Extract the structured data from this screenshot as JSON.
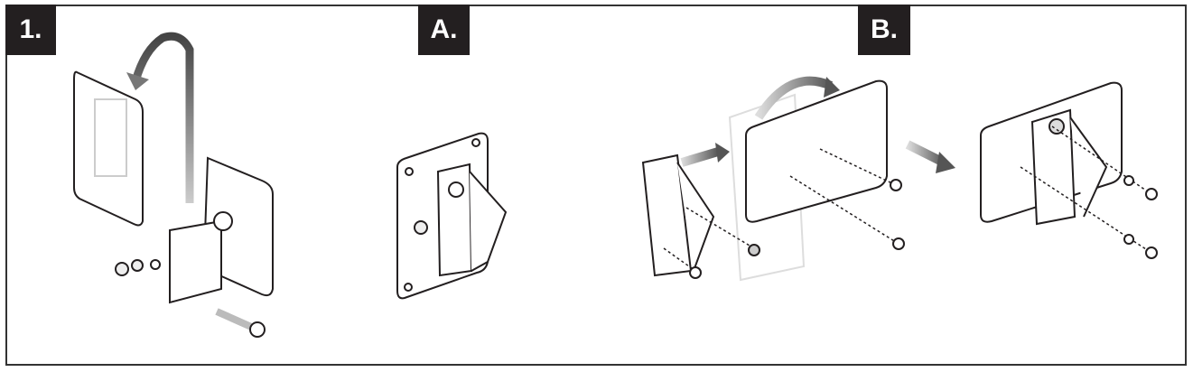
{
  "steps": [
    {
      "label": "1."
    },
    {
      "label": "A."
    },
    {
      "label": "B."
    }
  ],
  "colors": {
    "ink": "#231f20",
    "arrow": "#6d6e70",
    "ghost": "#c8c8c8"
  }
}
